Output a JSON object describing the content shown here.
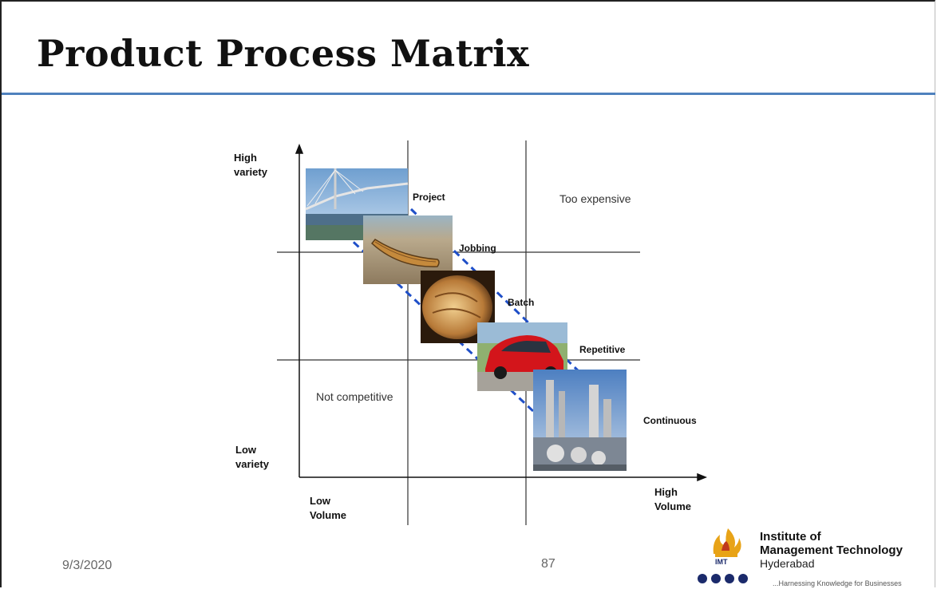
{
  "slide": {
    "title": "Product Process Matrix",
    "date": "9/3/2020",
    "page_number": "87"
  },
  "diagram": {
    "axis": {
      "y_top": [
        "High",
        "variety"
      ],
      "y_bottom": [
        "Low",
        "variety"
      ],
      "x_left": [
        "Low",
        "Volume"
      ],
      "x_right": [
        "High",
        "Volume"
      ]
    },
    "stages": [
      {
        "label": "Project",
        "image": "bridge"
      },
      {
        "label": "Jobbing",
        "image": "boat"
      },
      {
        "label": "Batch",
        "image": "bread"
      },
      {
        "label": "Repetitive",
        "image": "car"
      },
      {
        "label": "Continuous",
        "image": "refinery"
      }
    ],
    "zones": {
      "top_right": "Too expensive",
      "bottom_left": "Not competitive"
    },
    "colors": {
      "diagonal_band": "#1f4fc8",
      "grid_lines": "#333333"
    }
  },
  "logo": {
    "line1": "Institute of",
    "line2": "Management Technology",
    "city": "Hyderabad",
    "tagline": "...Harnessing Knowledge for Businesses",
    "mark": "IMT",
    "colors": {
      "flame": "#e8a317",
      "dots": "#1b2a6b"
    }
  }
}
